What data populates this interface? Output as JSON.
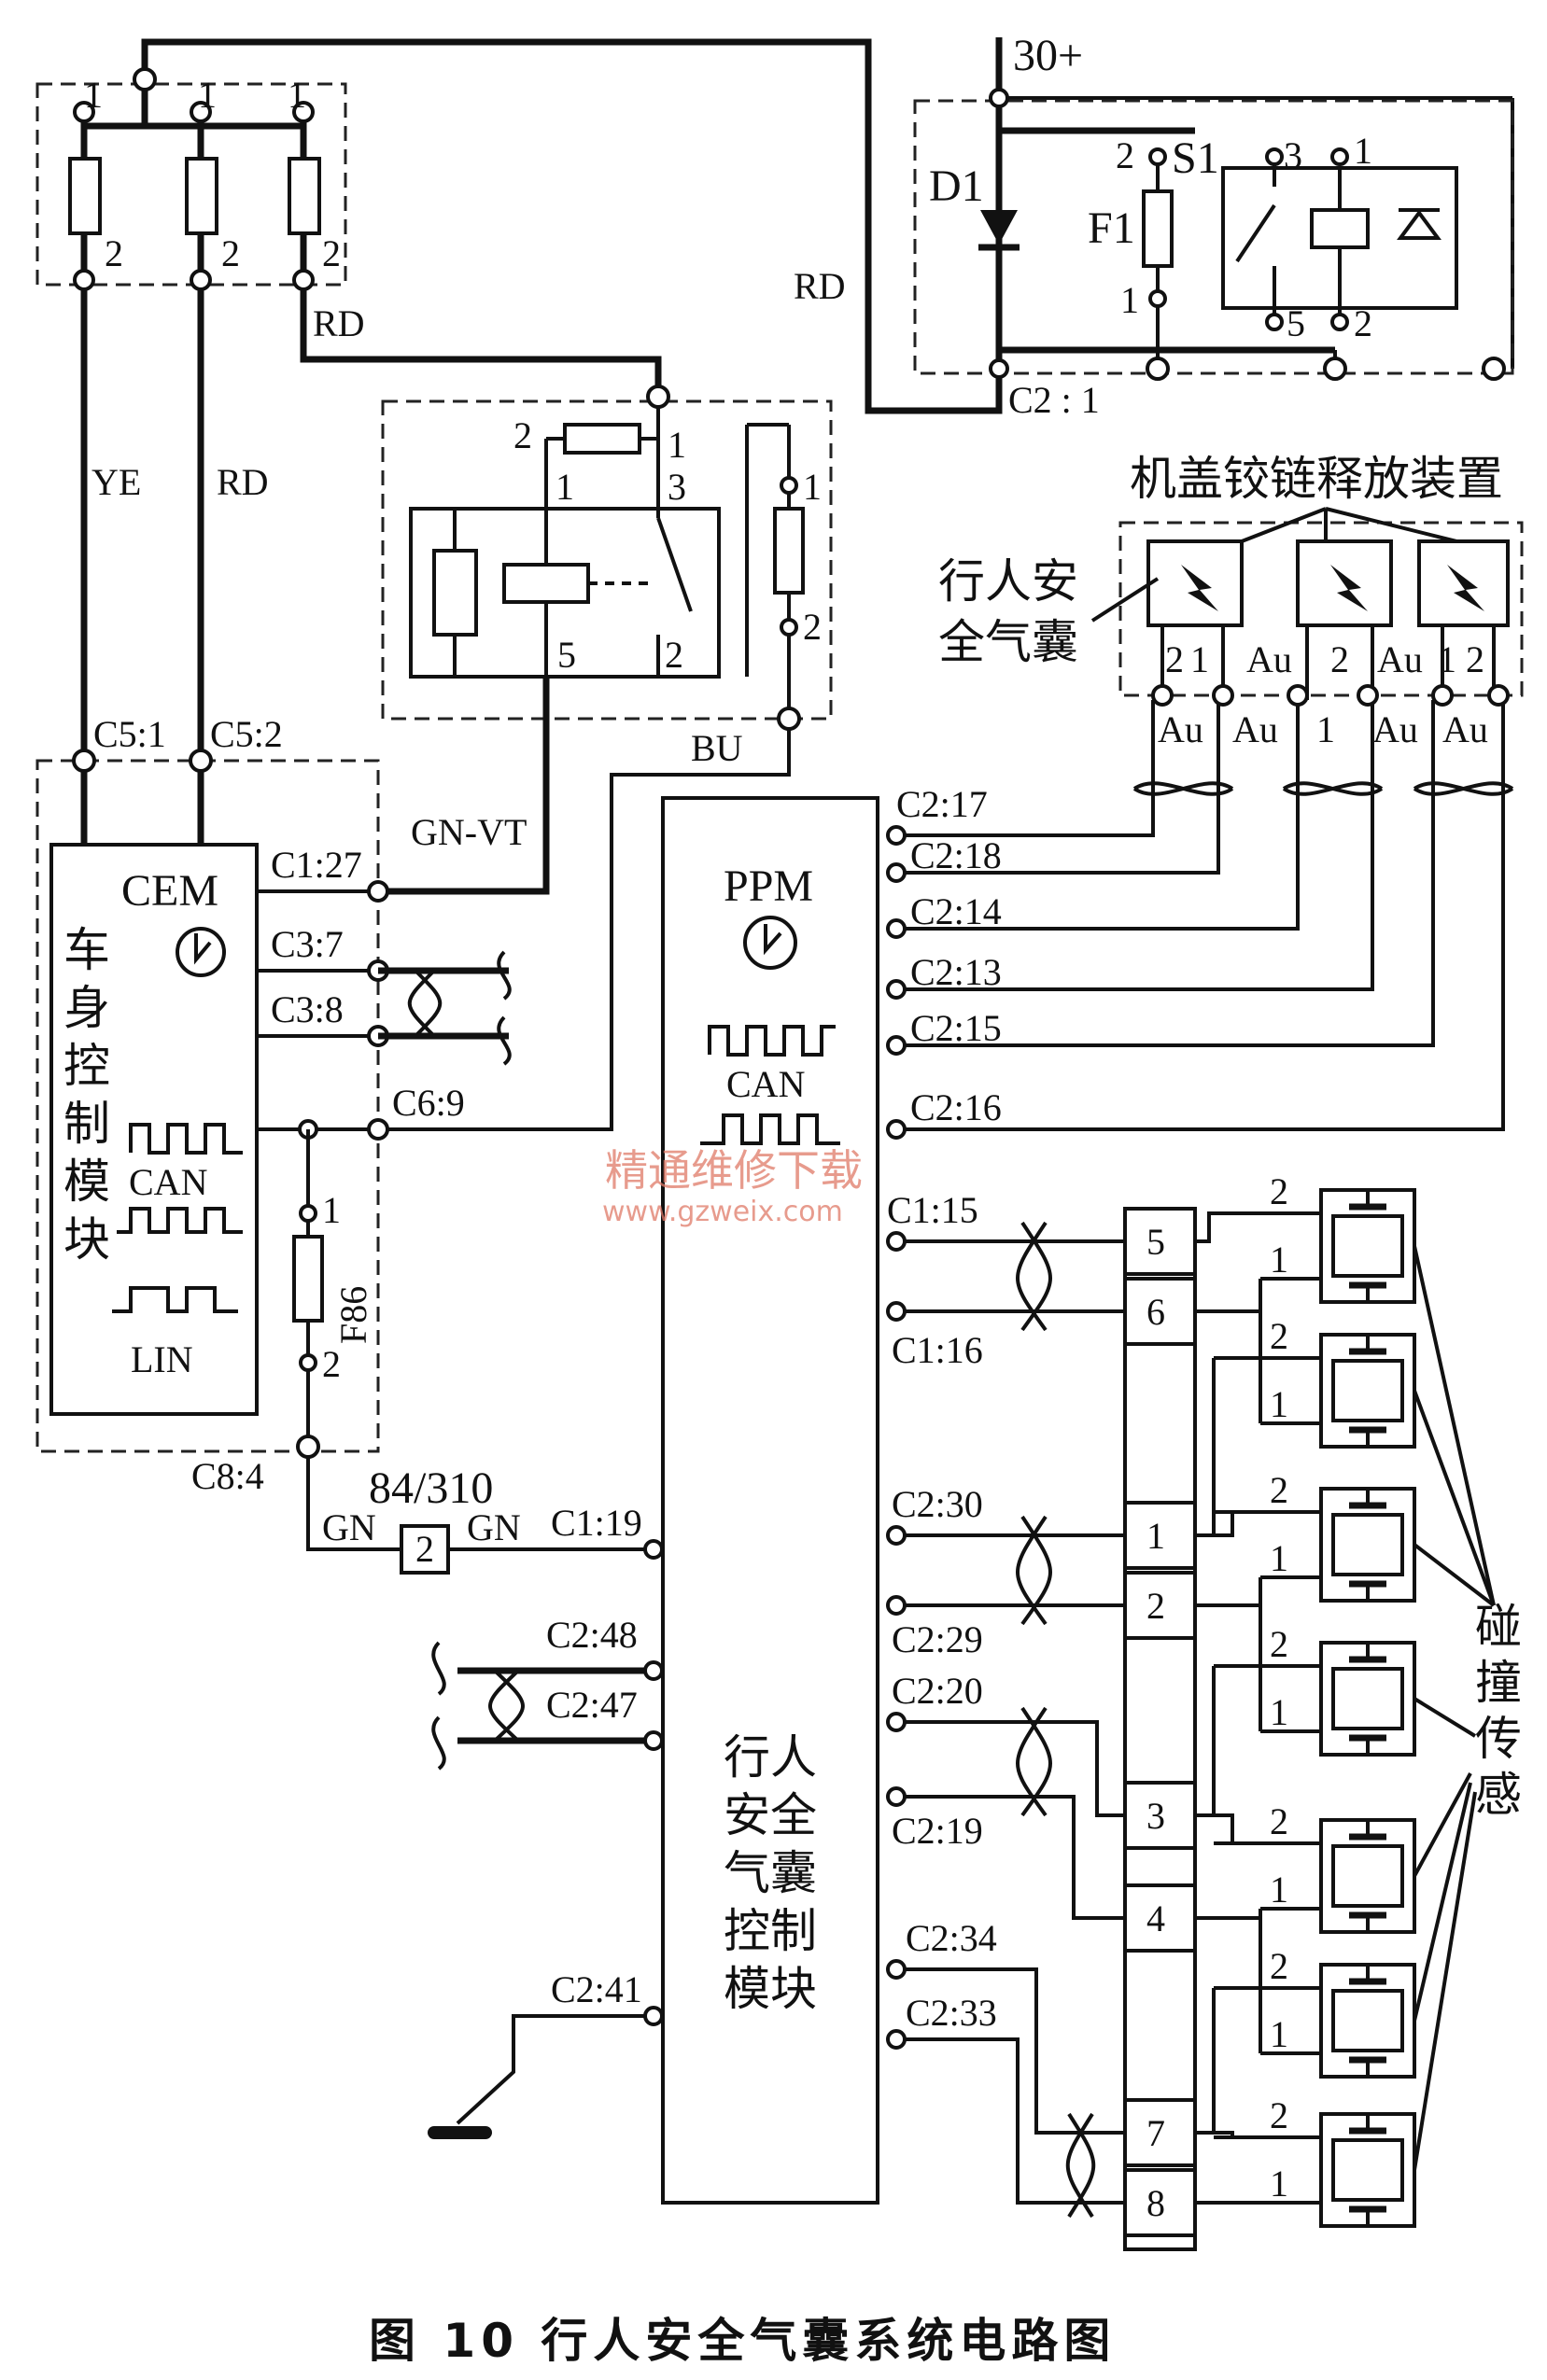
{
  "supply": {
    "terminal": "30+",
    "diode": "D1",
    "fuse": "F1",
    "switch": "S1",
    "pin_labels": [
      "2",
      "3",
      "1",
      "1",
      "5",
      "2"
    ],
    "connector": "C2 : 1"
  },
  "fuse_block": {
    "pins_top": [
      "1",
      "1",
      "1"
    ],
    "pins_bottom": [
      "2",
      "2",
      "2"
    ]
  },
  "wire_colors": {
    "ye": "YE",
    "rd1": "RD",
    "rd2": "RD",
    "rd3": "RD",
    "gn_vt": "GN-VT",
    "bu": "BU",
    "gn1": "GN",
    "gn2": "GN"
  },
  "relay": {
    "pins": [
      "2",
      "1",
      "1",
      "3",
      "1",
      "2",
      "5",
      "2"
    ]
  },
  "cem": {
    "code": "CEM",
    "name": "车身控制模块",
    "bus1": "CAN",
    "bus2": "LIN",
    "connectors": [
      "C5:1",
      "C5:2",
      "C1:27",
      "C3:7",
      "C3:8",
      "C6:9",
      "C8:4"
    ],
    "fuse": "F86",
    "fuse_pins": [
      "1",
      "2"
    ]
  },
  "junction": {
    "label": "84/310",
    "pin": "2"
  },
  "ppm": {
    "code": "PPM",
    "bus": "CAN",
    "name": "行人安全气囊控制模块",
    "left_connectors": [
      "C1:19",
      "C2:48",
      "C2:47",
      "C2:41"
    ],
    "right_connectors": [
      "C2:17",
      "C2:18",
      "C2:14",
      "C2:13",
      "C2:15",
      "C2:16",
      "C1:15",
      "C1:16",
      "C2:30",
      "C2:29",
      "C2:20",
      "C2:19",
      "C2:34",
      "C2:33"
    ]
  },
  "hood_release": {
    "title": "机盖铰链释放装置",
    "airbag_label": "行人安全气囊",
    "pins": [
      "2",
      "1",
      "Au",
      "2",
      "Au",
      "1",
      "2"
    ],
    "wire_labels": [
      "Au",
      "Au",
      "1",
      "Au",
      "Au"
    ]
  },
  "sensors": {
    "label": "碰撞传感器",
    "connector_pins": [
      "5",
      "6",
      "1",
      "2",
      "3",
      "4",
      "7",
      "8"
    ],
    "pin_numbers": [
      "2",
      "1"
    ]
  },
  "watermark": {
    "cn": "精通维修下载",
    "url": "www.gzweix.com"
  },
  "caption": "图 10    行人安全气囊系统电路图"
}
